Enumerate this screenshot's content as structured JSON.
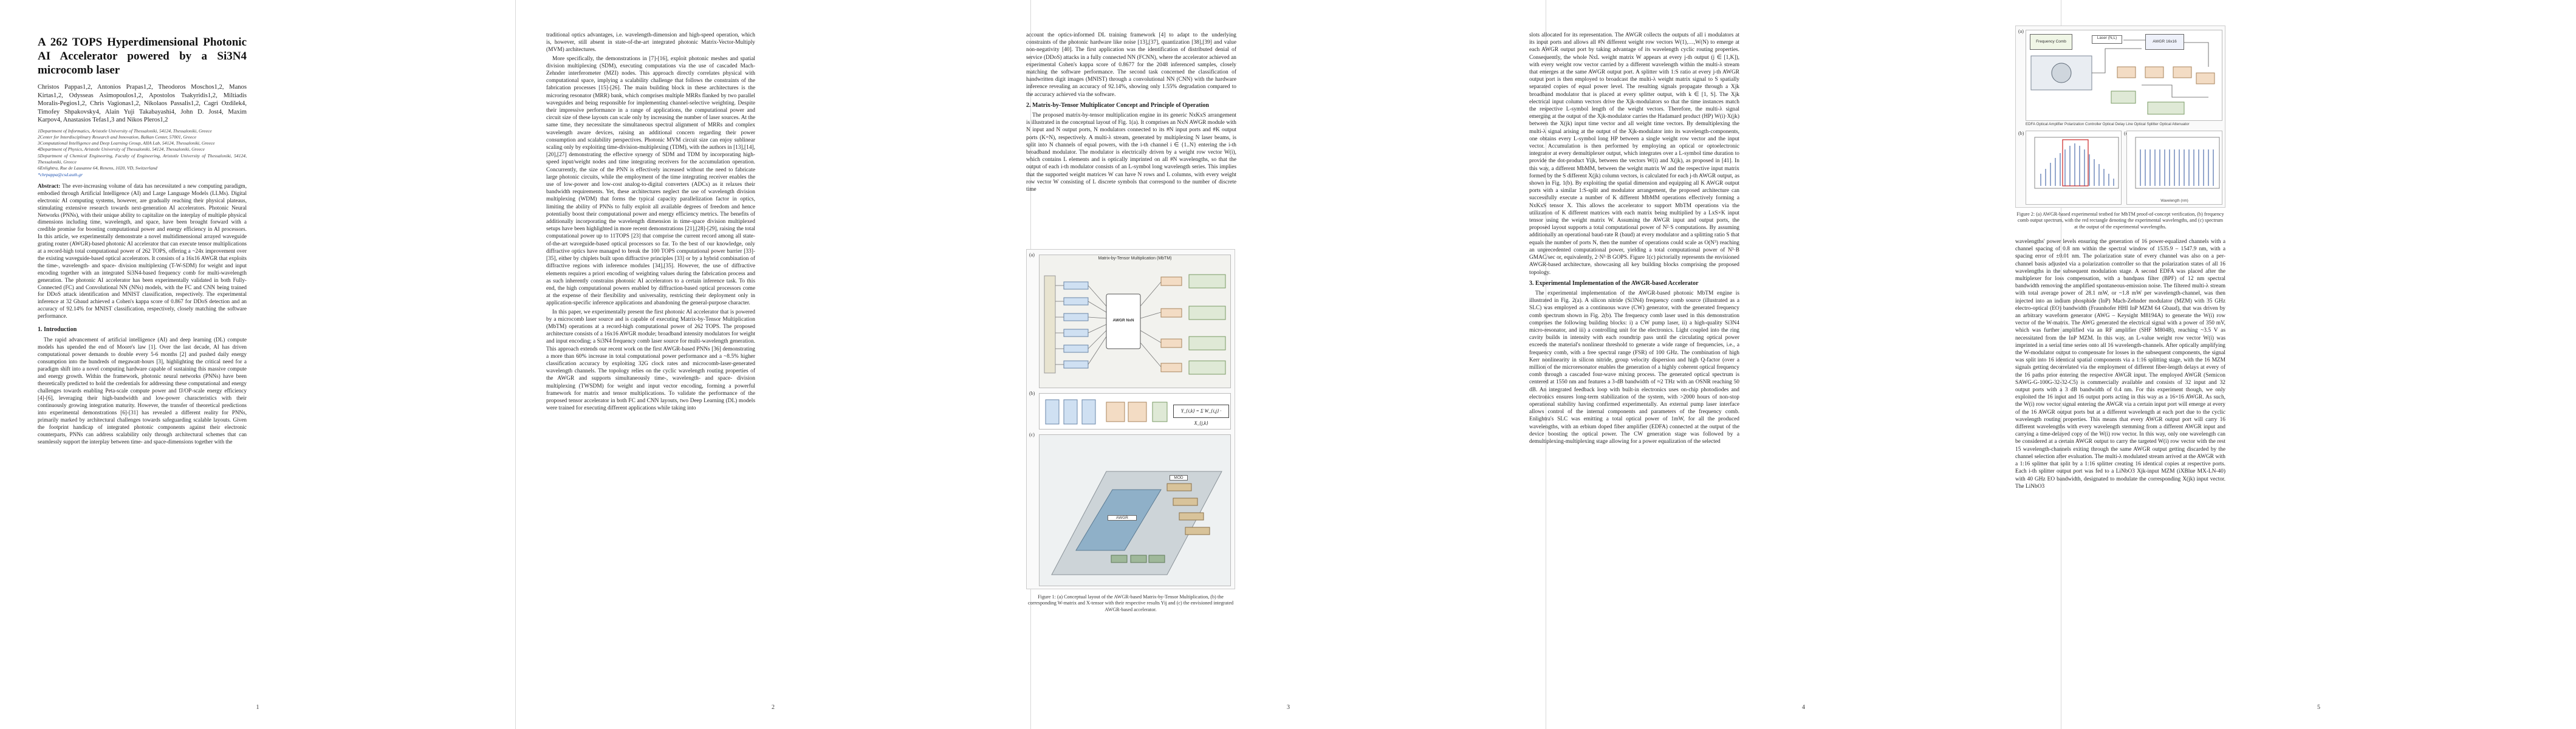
{
  "paper": {
    "title": "A 262 TOPS Hyperdimensional Photonic AI Accelerator powered by a Si3N4 microcomb laser",
    "authors": "Christos Pappas1,2, Antonios Prapas1,2, Theodoros Moschos1,2, Manos Kirtas1,2, Odysseas Asimopoulos1,2, Apostolos Tsakyridis1,2, Miltiadis Moralis-Pegios1,2, Chris Vagionas1,2, Nikolaos Passalis1,2, Cagri Ozdilek4, Timofey Shpakovsky4, Alain Yuji Takabayashi4, John D. Jost4, Maxim Karpov4, Anastasios Tefas1,3 and Nikos Pleros1,2",
    "affiliations": [
      "1Department of Informatics, Aristotle University of Thessaloniki, 54124, Thessaloniki, Greece",
      "2Center for Interdisciplinary Research and Innovation, Balkan Center, 57001, Greece",
      "3Computational Intelligence and Deep Learning Group, AIIA Lab, 54124, Thessaloniki, Greece",
      "4Department of Physics, Aristotle University of Thessaloniki, 54124, Thessaloniki, Greece",
      "5Department of Chemical Engineering, Faculty of Engineering, Aristotle University of Thessaloniki, 54124, Thessaloniki, Greece",
      "6Enlightra, Rue de Lausanne 64, Renens, 1020, VD, Switzerland",
      "*chrpappa@csd.auth.gr"
    ],
    "abstract_label": "Abstract:",
    "abstract": "The ever-increasing volume of data has necessitated a new computing paradigm, embodied through Artificial Intelligence (AI) and Large Language Models (LLMs). Digital electronic AI computing systems, however, are gradually reaching their physical plateaus, stimulating extensive research towards next-generation AI accelerators. Photonic Neural Networks (PNNs), with their unique ability to capitalize on the interplay of multiple physical dimensions including time, wavelength, and space, have been brought forward with a credible promise for boosting computational power and energy efficiency in AI processors. In this article, we experimentally demonstrate a novel multidimensional arrayed waveguide grating router (AWGR)-based photonic AI accelerator that can execute tensor multiplications at a record-high total computational power of 262 TOPS, offering a ~24x improvement over the existing waveguide-based optical accelerators. It consists of a 16x16 AWGR that exploits the time-, wavelength- and space- division multiplexing (T-W-SDM) for weight and input encoding together with an integrated Si3N4-based frequency comb for multi-wavelength generation. The photonic AI accelerator has been experimentally validated in both Fully-Connected (FC) and Convolutional NN (NNs) models, with the FC and CNN being trained for DDoS attack identification and MNIST classification, respectively. The experimental inference at 32 Gbaud achieved a Cohen's kappa score of 0.867 for DDoS detection and an accuracy of 92.14% for MNIST classification, respectively, closely matching the software performance.",
    "page_numbers": [
      "1",
      "2",
      "3",
      "4",
      "5"
    ]
  },
  "page1": {
    "intro_head": "1.   Introduction",
    "intro": [
      "The rapid advancement of artificial intelligence (AI) and deep learning (DL) compute models has upended the end of Moore's law [1]. Over the last decade, AI has driven computational power demands to double every 5-6 months [2] and pushed daily energy consumption into the hundreds of megawatt-hours [3], highlighting the critical need for a paradigm shift into a novel computing hardware capable of sustaining this massive compute and energy growth. Within the framework, photonic neural networks (PNNs) have been theoretically predicted to hold the credentials for addressing these computational and energy challenges towards enabling Peta-scale compute power and fJ/OP-scale energy efficiency [4]-[6], leveraging their high-bandwidth and low-power characteristics with their continuously growing integration maturity. However, the transfer of theoretical predictions into experimental demonstrations [6]-[31] has revealed a different reality for PNNs, primarily marked by architectural challenges towards safeguarding scalable layouts. Given the footprint handicap of integrated photonic components against their electronic counterparts, PNNs can address scalability only through architectural schemes that can seamlessly support the interplay between time- and space-dimensions together with the"
    ]
  },
  "page2": {
    "paragraphs": [
      "traditional optics advantages, i.e. wavelength-dimension and high-speed operation, which is, however, still absent in state-of-the-art integrated photonic Matrix-Vector-Multiply (MVM) architectures.",
      "More specifically, the demonstrations in [7]-[16], exploit photonic meshes and spatial division multiplexing (SDM), executing computations via the use of cascaded Mach-Zehnder interferometer (MZI) nodes. This approach directly correlates physical with computational space, implying a scalability challenge that follows the constraints of the fabrication processes [15]-[26]. The main building block in these architectures is the microring resonator (MRR) bank, which comprises multiple MRRs flanked by two parallel waveguides and being responsible for implementing channel-selective weighting. Despite their impressive performance in a range of applications, the computational power and circuit size of these layouts can scale only by increasing the number of laser sources. At the same time, they necessitate the simultaneous spectral alignment of MRRs and complex wavelength aware devices, raising an additional concern regarding their power consumption and scalability perspectives. Photonic MVM circuit size can enjoy sublinear scaling only by exploiting time-division-multiplexing (TDM), with the authors in [13],[14],[20],[27] demonstrating the effective synergy of SDM and TDM by incorporating high-speed input/weight nodes and time integrating receivers for the accumulation operation. Concurrently, the size of the PNN is effectively increased without the need to fabricate large photonic circuits, while the employment of the time integrating receiver enables the use of low-power and low-cost analog-to-digital converters (ADCs) as it relaxes their bandwidth requirements. Yet, these architectures neglect the use of wavelength division multiplexing (WDM) that forms the typical capacity parallelization factor in optics, limiting the ability of PNNs to fully exploit all available degrees of freedom and hence potentially boost their computational power and energy efficiency metrics. The benefits of additionally incorporating the wavelength dimension in time-space division multiplexed setups have been highlighted in more recent demonstrations [21],[28]-[29], raising the total computational power up to 11TOPS [23] that comprise the current record among all state-of-the-art waveguide-based optical processors so far. To the best of our knowledge, only diffractive optics have managed to break the 100 TOPS computational power barrier [33]-[35], either by chiplets built upon diffractive principles [33] or by a hybrid combination of diffractive regions with inference modules [34],[35]. However, the use of diffractive elements requires a priori encoding of weighting values during the fabrication process and as such inherently constrains photonic AI accelerators to a certain inference task. To this end, the high computational powers enabled by diffraction-based optical processors come at the expense of their flexibility and universality, restricting their deployment only in application-specific inference applications and abandoning the general-purpose character.",
      "In this paper, we experimentally present the first photonic AI accelerator that is powered by a microcomb laser source and is capable of executing Matrix-by-Tensor Multiplication (MbTM) operations at a record-high computational power of 262 TOPS. The proposed architecture consists of a 16x16 AWGR module; broadband intensity modulators for weight and input encoding; a Si3N4 frequency comb laser source for multi-wavelength generation. This approach extends our recent work on the first AWGR-based PNNs [36] demonstrating a more than 60% increase in total computational power performance and a ~8.5% higher classification accuracy by exploiting 32G clock rates and microcomb-laser-generated wavelength channels. The topology relies on the cyclic wavelength routing properties of the AWGR and supports simultaneously time-, wavelength- and space- division multiplexing (TWSDM) for weight and input vector encoding, forming a powerful framework for matrix and tensor multiplications. To validate the performance of the proposed tensor accelerator in both FC and CNN layouts, two Deep Learning (DL) models were trained for executing different applications while taking into"
    ]
  },
  "page3": {
    "top": "account the optics-informed DL training framework [4] to adapt to the underlying constraints of the photonic hardware like noise [13],[37], quantization [38],[39] and value non-negativity [40]. The first application was the identification of distributed denial of service (DDoS) attacks in a fully connected NN (FCNN), where the accelerator achieved an experimental Cohen's kappa score of 0.8677 for the 2048 inferenced samples, closely matching the software performance. The second task concerned the classification of handwritten digit images (MNIST) through a convolutional NN (CNN) with the hardware inference revealing an accuracy of 92.14%, showing only 1.55% degradation compared to the accuracy achieved via the software.",
    "section_head": "2.   Matrix-by-Tensor Multiplicator Concept and Principle of Operation",
    "body": "The proposed matrix-by-tensor multiplication engine in its generic NxKxS arrangement is illustrated in the conceptual layout of Fig. 1(a). It comprises an NxN AWGR module with N input and N output ports, N modulators connected to its #N input ports and #K output ports (K=N), respectively. A multi-λ stream, generated by multiplexing N laser beams, is split into N channels of equal powers, with the i-th channel i ∈ {1..N} entering the i-th broadband modulator. The modulator is electrically driven by a weight row vector W(i), which contains L elements and is optically imprinted on all #N wavelengths, so that the output of each i-th modulator consists of an L-symbol long wavelength series. This implies that the supported weight matrices W can have N rows and L columns, with every weight row vector W consisting of L discrete symbols that correspond to the number of discrete time",
    "figure_title": "Matrix-by-Tensor Multiplication (MbTM)",
    "fig_panel_a": "(a)",
    "fig_panel_b": "(b)",
    "fig_panel_c": "(c)",
    "fig_caption": "Figure 1: (a) Conceptual layout of the AWGR-based Matrix-by-Tensor Multiplication, (b) the corresponding W-matrix and X-tensor with their respective results Yij and (c) the envisioned integrated AWGR-based accelerator.",
    "eq_label": "Y_{i,k} = Σ W_{i,j} · X_{j,k}",
    "blk_awgr": "AWGR\nNxN",
    "blk_awgr_chip": "AWGR",
    "blk_mod": "MOD"
  },
  "page4": {
    "top": "slots allocated for its representation. The AWGR collects the outputs of all i modulators at its input ports and allows all #N different weight row vectors W(1),…,W(N) to emerge at each AWGR output port by taking advantage of its wavelength cyclic routing properties. Consequently, the whole NxL weight matrix W appears at every j-th output (j ∈ [1,K]), with every weight row vector carried by a different wavelength within the multi-λ stream that emerges at the same AWGR output port. A splitter with 1:S ratio at every j-th AWGR output port is then employed to broadcast the multi-λ weight matrix signal to S spatially separated copies of equal power level. The resulting signals propagate through a Xjk broadband modulator that is placed at every splitter output, with k ∈ [1, S]. The Xjk electrical input column vectors drive the Xjk-modulators so that the time instances match the respective L-symbol length of the weight vectors. Therefore, the multi-λ signal emerging at the output of the Xjk-modulator carries the Hadamard product (HP) W(i)·X(jk) between the X(jk) input time vector and all weight time vectors. By demultiplexing the multi-λ signal arising at the output of the Xjk-modulator into its wavelength-components, one obtains every L-symbol long HP between a single weight row vector and the input vector. Accumulation is then performed by employing an optical or optoelectronic integrator at every demultiplexer output, which integrates over a L-symbol time duration to provide the dot-product Yijk, between the vectors W(i) and X(jk), as proposed in [41]. In this way, a different MbMM, between the weight matrix W and the respective input matrix formed by the S different X(jk) column vectors, is calculated for each j-th AWGR output, as shown in Fig. 1(b). By exploiting the spatial dimension and equipping all K AWGR output ports with a similar 1:S-split and modulator arrangement, the proposed architecture can successfully execute a number of K different MbMM operations effectively forming a NxKxS tensor X. This allows the accelerator to support MbTM operations via the utilization of K different matrices with each matrix being multiplied by a LxS×K input tensor using the weight matrix W. Assuming the AWGR input and output ports, the proposed layout supports a total computational power of N²·S computations. By assuming additionally an operational baud-rate R (baud) at every modulator and a splitting ratio S that equals the number of ports N, then the number of operations could scale as O(N³) reaching an unprecedented computational power, yielding a total computational power of N³·B GMAC/sec or, equivalently, 2·N³·B GOPS. Figure 1(c) pictorially represents the envisioned AWGR-based architecture, showcasing all key building blocks comprising the proposed topology.",
    "section_head": "3.   Experimental Implementation of the AWGR-based Accelerator",
    "body": "The experimental implementation of the AWGR-based photonic MbTM engine is illustrated in Fig. 2(a). A silicon nitride (Si3N4) frequency comb source (illustrated as a SLC) was employed as a continuous wave (CW) generator, with the generated frequency comb spectrum shown in Fig. 2(b). The frequency comb laser used in this demonstration comprises the following building blocks: i) a CW pump laser, ii) a high-quality Si3N4 micro-resonator, and iii) a controlling unit for the electronics. Light coupled into the ring cavity builds in intensity with each roundtrip pass until the circulating optical power exceeds the material's nonlinear threshold to generate a wide range of frequencies, i.e., a frequency comb, with a free spectral range (FSR) of 100 GHz. The combination of high Kerr nonlinearity in silicon nitride, group velocity dispersion and high Q-factor (over a million of the microresonator enables the generation of a highly coherent optical frequency comb through a cascaded four-wave mixing process. The generated optical spectrum is centered at 1550 nm and features a 3-dB bandwidth of ≈2 THz with an OSNR reaching 50 dB. An integrated feedback loop with built-in electronics uses on-chip photodiodes and electronics ensures long-term stabilization of the system, with >2000 hours of non-stop operational stability having confirmed experimentally. An external pump laser interface allows control of the internal components and parameters of the frequency comb. Enlightra's SLC was emitting a total optical power of 1mW, for all the produced wavelengths, with an erbium doped fiber amplifier (EDFA) connected at the output of the device boosting the optical power. The CW generation stage was followed by a demultiplexing-multiplexing stage allowing for a power equalization of the selected"
  },
  "page5": {
    "fig_caption": "Figure 2: (a) AWGR-based experimental testbed for MbTM proof-of-concept verification, (b) frequency comb output spectrum, with the red rectangle denoting the experimental wavelengths, and (c) spectrum at the output of the experimental wavelengths.",
    "fig_panel_a": "(a)",
    "fig_panel_b": "(b)",
    "fig_panel_c": "(c)",
    "blk_comb": "Frequency Comb",
    "blk_awgr": "AWGR 16x16",
    "blk_laser": "Laser (N,L)",
    "blk_osa": "Wavelength (nm)",
    "legend": "EDFA   Optical Amplifier   Polarization Controller   Optical Delay Line   Optical Splitter   Optical Attenuator",
    "body": "wavelengths' power levels ensuring the generation of 16 power-equalized channels with a channel spacing of 0.8 nm within the spectral window of 1535.9 – 1547.9 nm, with a spacing error of ±0.01 nm. The polarization state of every channel was also on a per-channel basis adjusted via a polarization controller so that the polarization states of all 16 wavelengths in the subsequent modulation stage. A second EDFA was placed after the multiplexer for loss compensation, with a bandpass filter (BPF) of 12 nm spectral bandwidth removing the amplified spontaneous-emission noise. The filtered multi-λ stream with total average power of 28.1 mW, or ~1.8 mW per wavelength-channel, was then injected into an indium phosphide (InP) Mach-Zehnder modulator (MZM) with 35 GHz electro-optical (EO) bandwidth (Fraunhofer HHI InP MZM 64 Gbaud), that was driven by an arbitrary waveform generator (AWG – Keysight M8194A) to generate the W(i) row vector of the W-matrix. The AWG generated the electrical signal with a power of 350 mV, which was further amplified via an RF amplifier (SHF M804B), reaching ~3.5 V as necessitated from the InP MZM. In this way, an L-value weight row vector W(i) was imprinted in a serial time series onto all 16 wavelength-channels. After optically amplifying the W-modulator output to compensate for losses in the subsequent components, the signal was split into 16 identical spatial components via a 1:16 splitting stage, with the 16 MZM signals getting decorrelated via the employment of different fiber-length delays at every of the 16 paths prior entering the respective AWGR input. The employed AWGR (Semicon SAWG-G-100G-32-32-C5) is commercially available and consists of 32 input and 32 output ports with a 3 dB bandwidth of 0.4 nm. For this experiment though, we only exploited the 16 input and 16 output ports acting in this way as a 16×16 AWGR. As such, the W(i) row vector signal entering the AWGR via a certain input port will emerge at every of the 16 AWGR output ports but at a different wavelength at each port due to the cyclic wavelength routing properties. This means that every AWGR output port will carry 16 different wavelengths with every wavelength stemming from a different AWGR input and carrying a time-delayed copy of the W(i) row vector. In this way, only one wavelength can be considered at a certain AWGR output to carry the targeted W(i) row vector with the rest 15 wavelength-channels exiting through the same AWGR output getting discarded by the channel selection after evaluation. The multi-λ modulated stream arrived at the AWGR with a 1:16 splitter that split by a 1:16 splitter creating 16 identical copies at respective ports. Each i-th splitter output port was fed to a LiNbO3 Xjk-input MZM (iXBlue MX-LN-40) with 40 GHz EO bandwidth, designated to modulate the corresponding X(jk) input vector. The LiNbO3"
  }
}
